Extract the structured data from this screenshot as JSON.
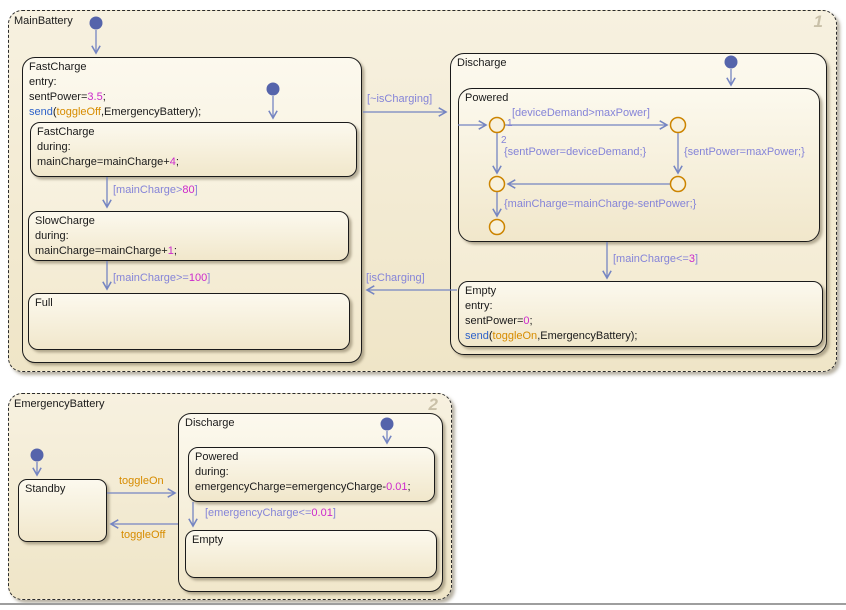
{
  "palette": {
    "canvas_bg": "#FFFFFF",
    "state_fill_top": "#FCF9EE",
    "state_fill_bottom": "#F1E7CB",
    "state_border": "#1A1A1A",
    "transition_line": "#7585C2",
    "default_dot": "#5564AB",
    "junction_stroke": "#CC8400",
    "label_text": "#8584D8",
    "number_text": "#CC29CC",
    "keyword_text": "#2E62C9",
    "event_text": "#D78C00",
    "order_number_text": "#C9C0A8"
  },
  "main_battery": {
    "title": "MainBattery",
    "execution_order": "1",
    "states": {
      "fastcharge_outer": {
        "title": "FastCharge",
        "lines": [
          [
            {
              "t": "entry:",
              "c": "k"
            }
          ],
          [
            {
              "t": "sentPower=",
              "c": "k"
            },
            {
              "t": "3.5",
              "c": "n"
            },
            {
              "t": ";",
              "c": "k"
            }
          ],
          [
            {
              "t": "send",
              "c": "kw"
            },
            {
              "t": "(",
              "c": "k"
            },
            {
              "t": "toggleOff",
              "c": "ev"
            },
            {
              "t": ",EmergencyBattery);",
              "c": "k"
            }
          ]
        ]
      },
      "fastcharge_inner": {
        "title": "FastCharge",
        "lines": [
          [
            {
              "t": "during:",
              "c": "k"
            }
          ],
          [
            {
              "t": "mainCharge=mainCharge+",
              "c": "k"
            },
            {
              "t": "4",
              "c": "n"
            },
            {
              "t": ";",
              "c": "k"
            }
          ]
        ]
      },
      "slowcharge": {
        "title": "SlowCharge",
        "lines": [
          [
            {
              "t": "during:",
              "c": "k"
            }
          ],
          [
            {
              "t": "mainCharge=mainCharge+",
              "c": "k"
            },
            {
              "t": "1",
              "c": "n"
            },
            {
              "t": ";",
              "c": "k"
            }
          ]
        ]
      },
      "full": {
        "title": "Full"
      },
      "discharge": {
        "title": "Discharge"
      },
      "powered": {
        "title": "Powered"
      },
      "empty": {
        "title": "Empty",
        "lines": [
          [
            {
              "t": "entry:",
              "c": "k"
            }
          ],
          [
            {
              "t": "sentPower=",
              "c": "k"
            },
            {
              "t": "0",
              "c": "n"
            },
            {
              "t": ";",
              "c": "k"
            }
          ],
          [
            {
              "t": "send",
              "c": "kw"
            },
            {
              "t": "(",
              "c": "k"
            },
            {
              "t": "toggleOn",
              "c": "ev"
            },
            {
              "t": ",EmergencyBattery);",
              "c": "k"
            }
          ]
        ]
      }
    },
    "transition_labels": {
      "not_ischarging": [
        {
          "t": "[~isCharging]",
          "c": "tr"
        }
      ],
      "ischarging": [
        {
          "t": "[isCharging]",
          "c": "tr"
        }
      ],
      "maincharge_gt_80": [
        {
          "t": "[mainCharge>",
          "c": "tr"
        },
        {
          "t": "80",
          "c": "n"
        },
        {
          "t": "]",
          "c": "tr"
        }
      ],
      "maincharge_ge_100": [
        {
          "t": "[mainCharge>=",
          "c": "tr"
        },
        {
          "t": "100",
          "c": "n"
        },
        {
          "t": "]",
          "c": "tr"
        }
      ],
      "devicedemand_gt_maxpower": [
        {
          "t": "[deviceDemand>maxPower]",
          "c": "tr"
        }
      ],
      "order_1": [
        {
          "t": "1",
          "c": "tr"
        }
      ],
      "order_2": [
        {
          "t": "2",
          "c": "tr"
        }
      ],
      "set_sentpower_devicedemand": [
        {
          "t": "{sentPower=deviceDemand;}",
          "c": "tr"
        }
      ],
      "set_sentpower_maxpower": [
        {
          "t": "{sentPower=maxPower;}",
          "c": "tr"
        }
      ],
      "set_maincharge_minus_sentpower": [
        {
          "t": "{mainCharge=mainCharge-sentPower;}",
          "c": "tr"
        }
      ],
      "maincharge_le_3": [
        {
          "t": "[mainCharge<=",
          "c": "tr"
        },
        {
          "t": "3",
          "c": "n"
        },
        {
          "t": "]",
          "c": "tr"
        }
      ]
    }
  },
  "emergency_battery": {
    "title": "EmergencyBattery",
    "execution_order": "2",
    "states": {
      "standby": {
        "title": "Standby"
      },
      "discharge": {
        "title": "Discharge"
      },
      "powered": {
        "title": "Powered",
        "lines": [
          [
            {
              "t": "during:",
              "c": "k"
            }
          ],
          [
            {
              "t": "emergencyCharge=emergencyCharge-",
              "c": "k"
            },
            {
              "t": "0.01",
              "c": "n"
            },
            {
              "t": ";",
              "c": "k"
            }
          ]
        ]
      },
      "empty": {
        "title": "Empty"
      }
    },
    "transition_labels": {
      "toggleon": [
        {
          "t": "toggleOn",
          "c": "ev"
        }
      ],
      "toggleoff": [
        {
          "t": "toggleOff",
          "c": "ev"
        }
      ],
      "emergencycharge_le_001": [
        {
          "t": "[emergencyCharge<=",
          "c": "tr"
        },
        {
          "t": "0.01",
          "c": "n"
        },
        {
          "t": "]",
          "c": "tr"
        }
      ]
    }
  }
}
